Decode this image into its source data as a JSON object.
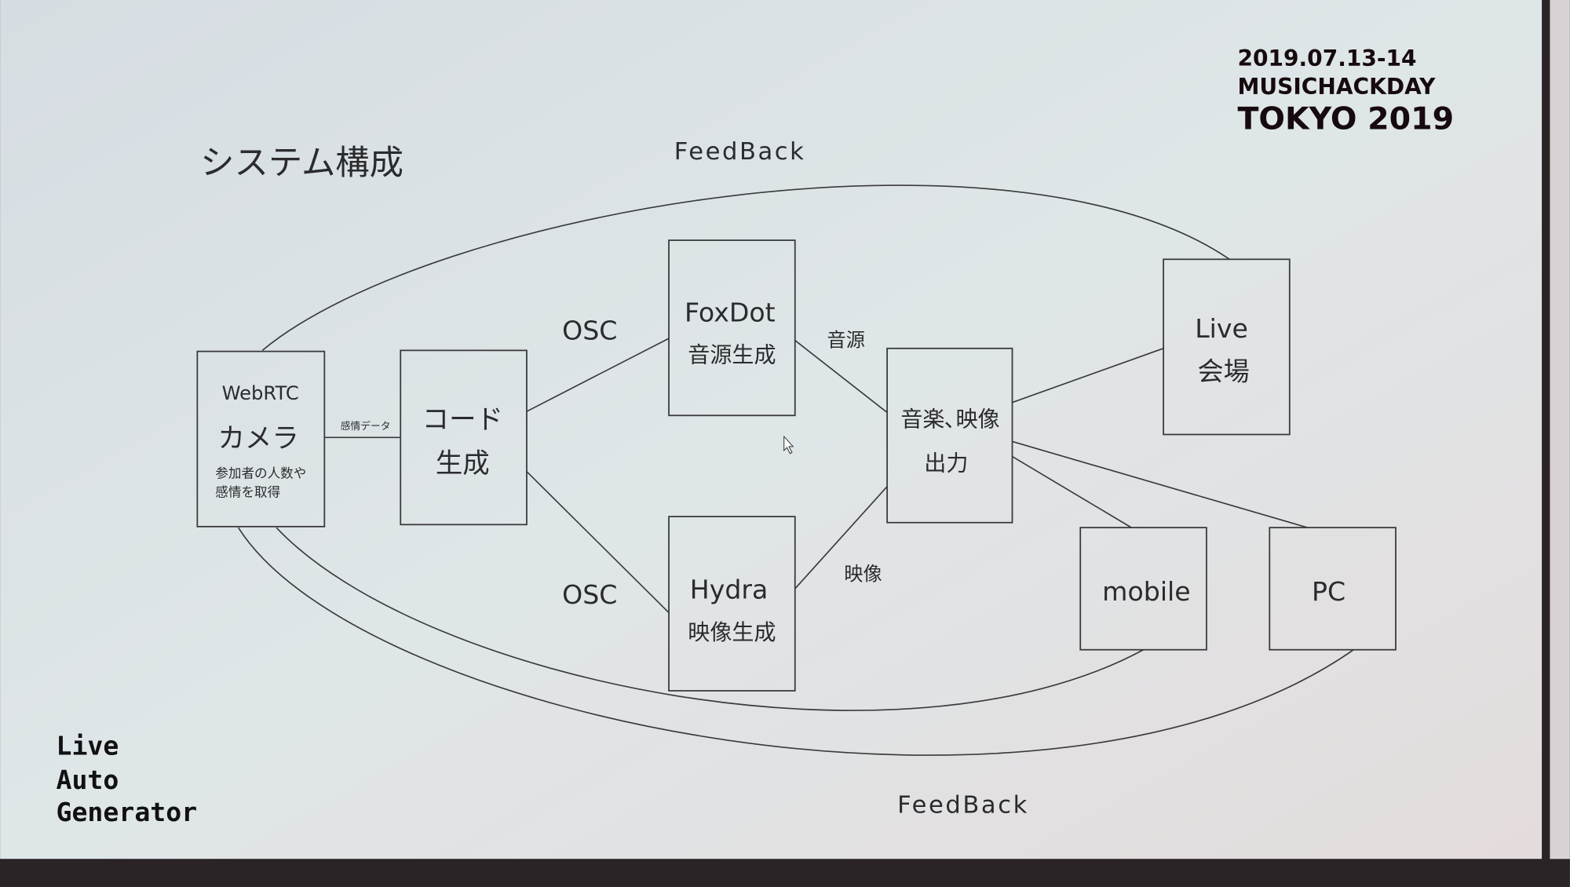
{
  "slide": {
    "title": "システム構成",
    "event": {
      "date": "2019.07.13-14",
      "name": "MUSICHACKDAY",
      "city": "TOKYO 2019"
    },
    "logo": {
      "line1": "Live",
      "line2": "Auto",
      "line3": "Generator"
    },
    "nodes": {
      "camera": {
        "title": "WebRTC",
        "name": "カメラ",
        "desc1": "参加者の人数や",
        "desc2": "感情を取得"
      },
      "code": {
        "line1": "コード",
        "line2": "生成"
      },
      "foxdot": {
        "line1": "FoxDot",
        "line2": "音源生成"
      },
      "hydra": {
        "line1": "Hydra",
        "line2": "映像生成"
      },
      "output": {
        "line1": "音楽､映像",
        "line2": "出力"
      },
      "live": {
        "line1": "Live",
        "line2": "会場"
      },
      "mobile": {
        "line1": "mobile"
      },
      "pc": {
        "line1": "PC"
      }
    },
    "edges": {
      "emotion_data": "感情データ",
      "osc_top": "OSC",
      "osc_bottom": "OSC",
      "sound": "音源",
      "video": "映像",
      "feedback_top": "FeedBack",
      "feedback_bottom": "FeedBack"
    }
  }
}
